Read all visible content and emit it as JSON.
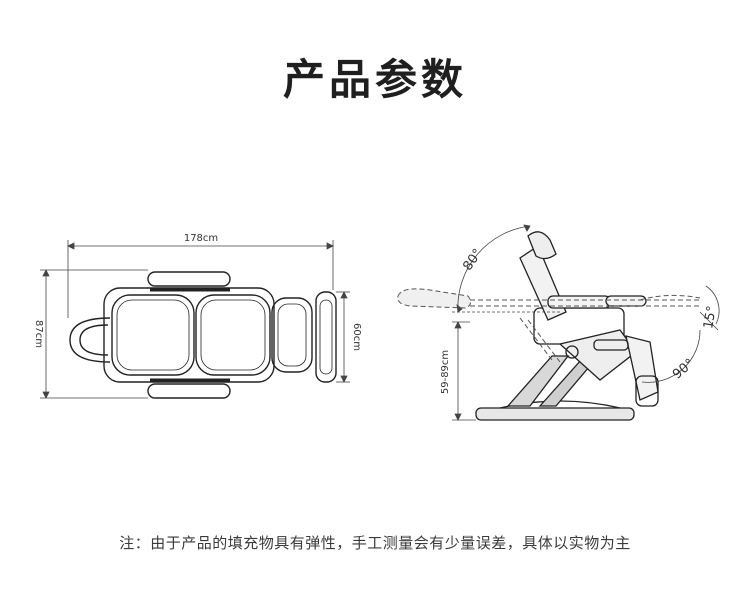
{
  "title": "产品参数",
  "footnote": "注：由于产品的填充物具有弹性，手工测量会有少量误差，具体以实物为主",
  "top_view": {
    "length_label": "178cm",
    "width_label": "87cm",
    "seat_width_label": "60cm"
  },
  "side_view": {
    "backrest_angle_label": "80°",
    "footrest_angle_label": "15°",
    "leg_angle_label": "90°",
    "height_label": "59-89cm"
  }
}
